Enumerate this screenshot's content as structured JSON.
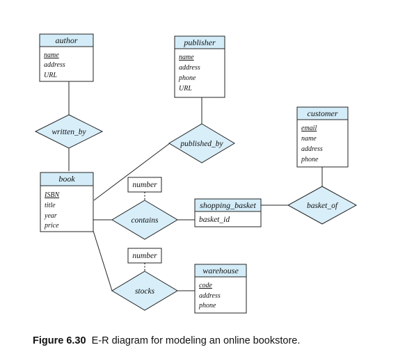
{
  "entities": {
    "author": {
      "name": "author",
      "attributes": [
        "name",
        "address",
        "URL"
      ],
      "primary_key": [
        "name"
      ]
    },
    "publisher": {
      "name": "publisher",
      "attributes": [
        "name",
        "address",
        "phone",
        "URL"
      ],
      "primary_key": [
        "name"
      ]
    },
    "customer": {
      "name": "customer",
      "attributes": [
        "email",
        "name",
        "address",
        "phone"
      ],
      "primary_key": [
        "email"
      ]
    },
    "book": {
      "name": "book",
      "attributes": [
        "ISBN",
        "title",
        "year",
        "price"
      ],
      "primary_key": [
        "ISBN"
      ]
    },
    "shopping_basket": {
      "name": "shopping_basket",
      "attributes": [
        "basket_id"
      ],
      "primary_key": []
    },
    "warehouse": {
      "name": "warehouse",
      "attributes": [
        "code",
        "address",
        "phone"
      ],
      "primary_key": [
        "code"
      ]
    }
  },
  "relationships": {
    "written_by": {
      "name": "written_by"
    },
    "published_by": {
      "name": "published_by"
    },
    "basket_of": {
      "name": "basket_of"
    },
    "contains": {
      "name": "contains",
      "attribute": "number"
    },
    "stocks": {
      "name": "stocks",
      "attribute": "number"
    }
  },
  "caption": {
    "label": "Figure 6.30",
    "text": "E-R diagram for modeling an online bookstore."
  }
}
